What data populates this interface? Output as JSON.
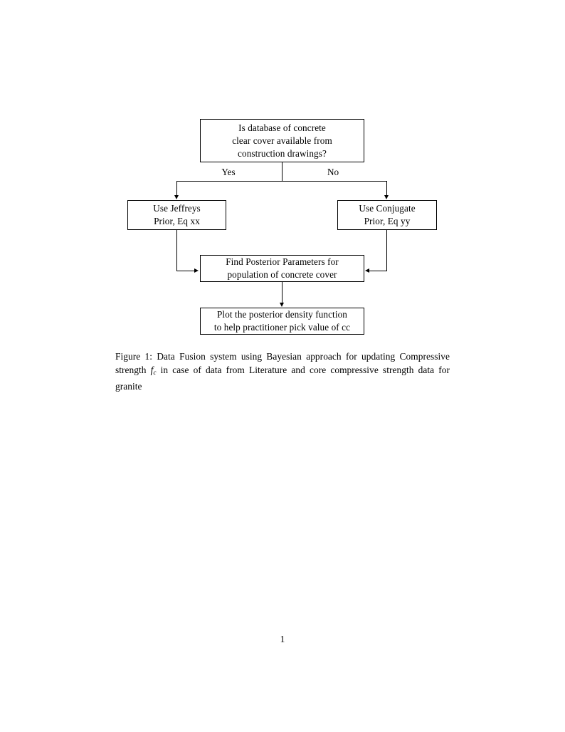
{
  "document": {
    "page_number": "1",
    "figure_label": "Figure 1:"
  },
  "flowchart": {
    "type": "flowchart",
    "nodes": [
      {
        "id": "question",
        "shape": "rectangle",
        "lines": [
          "Is database of concrete",
          "clear cover available from",
          "construction drawings?"
        ]
      },
      {
        "id": "jeffreys",
        "shape": "rectangle",
        "lines": [
          "Use Jeffreys",
          "Prior, Eq xx"
        ]
      },
      {
        "id": "conjugate",
        "shape": "rectangle",
        "lines": [
          "Use Conjugate",
          "Prior, Eq yy"
        ]
      },
      {
        "id": "posterior",
        "shape": "rectangle",
        "lines": [
          "Find Posterior Parameters for",
          "population of concrete cover"
        ]
      },
      {
        "id": "plot",
        "shape": "rectangle",
        "lines": [
          "Plot the posterior density function",
          "to help practitioner pick value of cc"
        ]
      }
    ],
    "edge_labels": {
      "yes": "Yes",
      "no": "No"
    },
    "edges": [
      {
        "from": "question",
        "to": "jeffreys",
        "label": "Yes"
      },
      {
        "from": "question",
        "to": "conjugate",
        "label": "No"
      },
      {
        "from": "jeffreys",
        "to": "posterior",
        "label": ""
      },
      {
        "from": "conjugate",
        "to": "posterior",
        "label": ""
      },
      {
        "from": "posterior",
        "to": "plot",
        "label": ""
      }
    ]
  },
  "caption": {
    "part1": "Figure 1: Data Fusion system using Bayesian approach for updating Compressive strength ",
    "math_base": "f",
    "math_sub": "c",
    "part2": " in case of data from Literature and core compressive strength data for granite"
  },
  "colors": {
    "ink": "#000000",
    "paper": "#ffffff"
  }
}
